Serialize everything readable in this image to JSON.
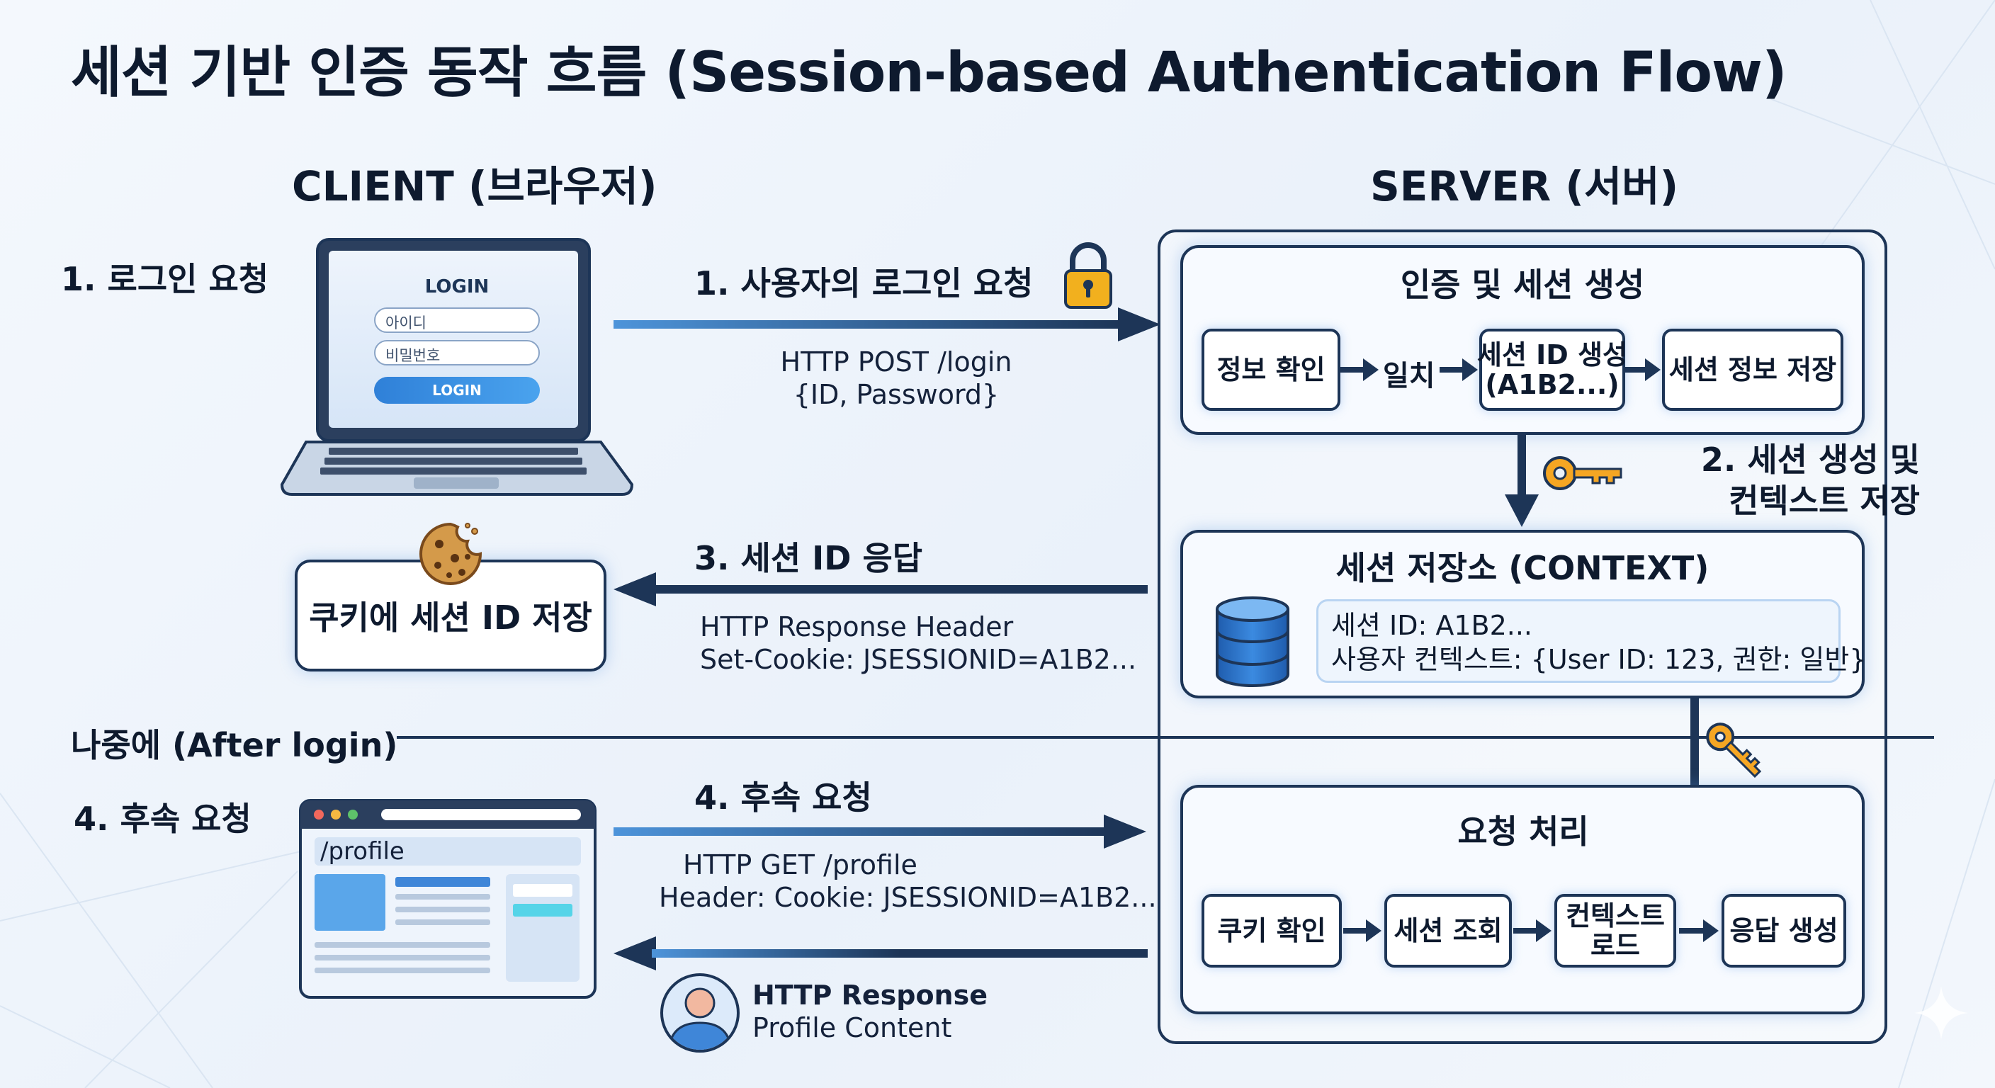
{
  "title": "세션 기반 인증 동작 흐름  (Session-based    Authentication Flow)",
  "client_header": "CLIENT (브라우저)",
  "server_header": "SERVER (서버)",
  "steps": {
    "login_request": "1. 로그인 요청",
    "subsequent_request": "4. 후속 요청"
  },
  "login_form": {
    "heading": "LOGIN",
    "id_placeholder": "아이디",
    "password_placeholder": "비밀번호",
    "button": "LOGIN"
  },
  "arrows": {
    "a1": {
      "title": "1. 사용자의 로그인 요청",
      "line1": "HTTP POST /login",
      "line2": "{ID, Password}"
    },
    "a3": {
      "title": "3. 세션 ID 응답",
      "line1": "HTTP Response Header",
      "line2": "Set-Cookie: JSESSIONID=A1B2..."
    },
    "a4": {
      "title": "4. 후속 요청",
      "line1": "HTTP GET /profile",
      "line2": "Header: Cookie: JSESSIONID=A1B2..."
    },
    "a5": {
      "line1": "HTTP Response",
      "line2": "Profile Content"
    }
  },
  "cookie_store": "쿠키에 세션 ID 저장",
  "after_login": "나중에 (After login)",
  "browser_path": "/profile",
  "server": {
    "auth_panel": {
      "title": "인증 및 세션 생성",
      "steps": [
        "정보 확인",
        "세션 ID 생성\n(A1B2...)",
        "세션 정보 저장"
      ],
      "match_label": "일치"
    },
    "step2_label": "2. 세션 생성 및\n컨텍스트 저장",
    "context_panel": {
      "title": "세션 저장소 (CONTEXT)",
      "session_id": "세션 ID: A1B2...",
      "user_context": "사용자 컨텍스트: {User ID: 123, 권한: 일반}"
    },
    "request_panel": {
      "title": "요청 처리",
      "steps": [
        "쿠키 확인",
        "세션 조회",
        "컨텍스트\n로드",
        "응답 생성"
      ]
    }
  },
  "colors": {
    "navy": "#1d3557",
    "arrow_blue": "#3f7fc4",
    "lock_gold": "#f2b01e",
    "key_orange": "#f5a623",
    "db_blue": "#2f73c9"
  },
  "icons": [
    "laptop-icon",
    "lock-icon",
    "key-icon",
    "cookie-icon",
    "database-icon",
    "browser-window-icon",
    "user-avatar-icon"
  ]
}
